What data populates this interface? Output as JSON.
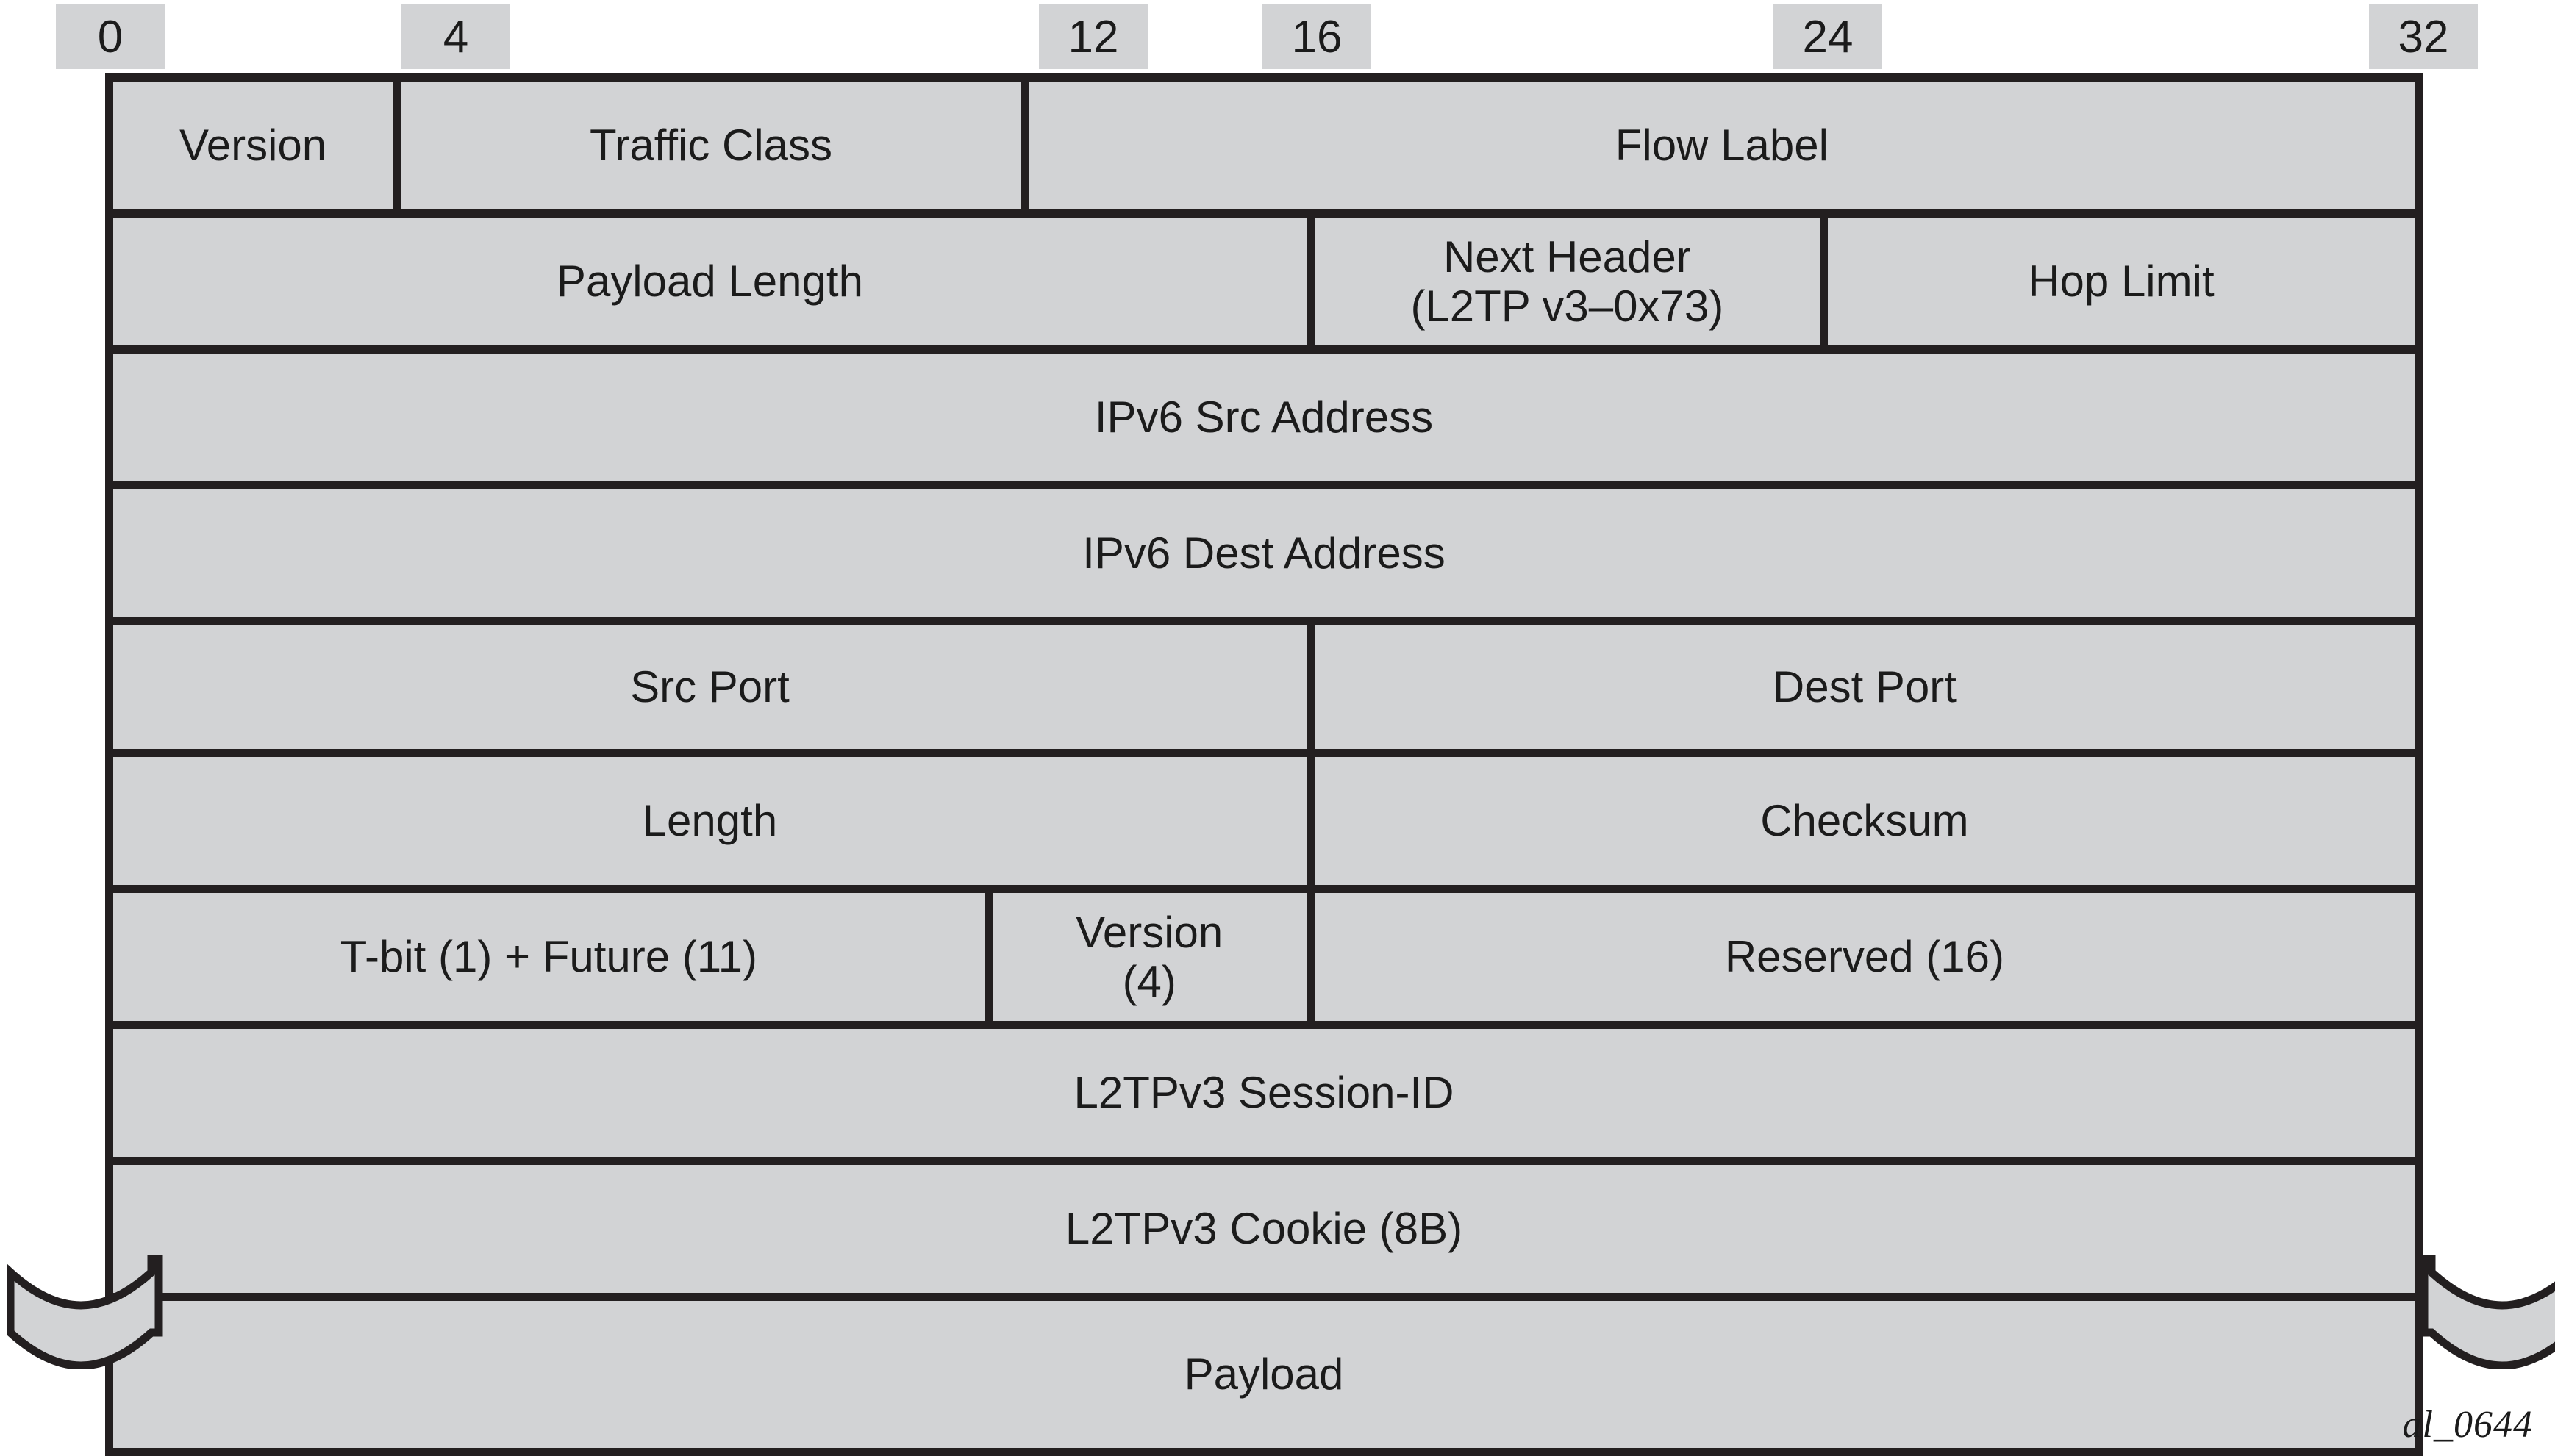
{
  "diagram": {
    "title": "IPv6 L2TPv3 packet header layout",
    "caption": "al_0644",
    "colors": {
      "cell_fill": "#d2d3d5",
      "border": "#231f20",
      "text": "#1b1b1b",
      "background": "#ffffff"
    },
    "bit_ruler": {
      "labels": [
        "0",
        "4",
        "12",
        "16",
        "24",
        "32"
      ],
      "bit_positions": [
        0,
        4,
        12,
        16,
        24,
        32
      ],
      "total_bits": 32
    },
    "rows": [
      {
        "name": "ipv6-word-0",
        "cells": [
          {
            "label": "Version",
            "bits": 4
          },
          {
            "label": "Traffic Class",
            "bits": 8
          },
          {
            "label": "Flow Label",
            "bits": 20
          }
        ]
      },
      {
        "name": "ipv6-word-1",
        "cells": [
          {
            "label": "Payload Length",
            "bits": 16
          },
          {
            "label": "Next Header",
            "sub_label": "(L2TP v3–0x73)",
            "bits": 8
          },
          {
            "label": "Hop Limit",
            "bits": 8
          }
        ]
      },
      {
        "name": "ipv6-src-address",
        "cells": [
          {
            "label": "IPv6 Src Address",
            "bits": 32
          }
        ]
      },
      {
        "name": "ipv6-dest-address",
        "cells": [
          {
            "label": "IPv6 Dest Address",
            "bits": 32
          }
        ]
      },
      {
        "name": "udp-ports",
        "cells": [
          {
            "label": "Src Port",
            "bits": 16
          },
          {
            "label": "Dest Port",
            "bits": 16
          }
        ]
      },
      {
        "name": "udp-length-checksum",
        "cells": [
          {
            "label": "Length",
            "bits": 16
          },
          {
            "label": "Checksum",
            "bits": 16
          }
        ]
      },
      {
        "name": "l2tp-flags",
        "cells": [
          {
            "label": "T-bit (1) + Future (11)",
            "bits": 12
          },
          {
            "label": "Version",
            "sub_label": "(4)",
            "bits": 4
          },
          {
            "label": "Reserved (16)",
            "bits": 16
          }
        ]
      },
      {
        "name": "l2tpv3-session-id",
        "cells": [
          {
            "label": "L2TPv3 Session-ID",
            "bits": 32
          }
        ]
      },
      {
        "name": "l2tpv3-cookie",
        "cells": [
          {
            "label": "L2TPv3 Cookie (8B)",
            "bits": 32
          }
        ]
      },
      {
        "name": "payload",
        "cells": [
          {
            "label": "Payload",
            "bits": 32
          }
        ]
      }
    ]
  }
}
